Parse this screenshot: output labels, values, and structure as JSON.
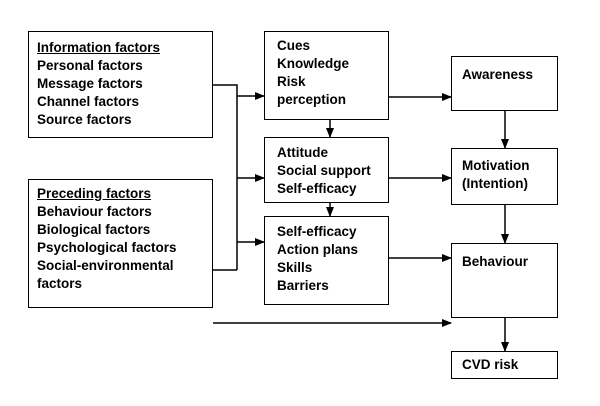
{
  "diagram": {
    "info_box": {
      "heading": "Information factors",
      "lines": [
        "Personal factors",
        "Message factors",
        "Channel factors",
        "Source factors"
      ]
    },
    "preceding_box": {
      "heading": "Preceding factors",
      "lines": [
        "Behaviour factors",
        "Biological factors",
        "Psychological factors",
        "Social-environmental",
        "factors"
      ]
    },
    "cues_box": {
      "lines": [
        "Cues",
        "Knowledge",
        "Risk",
        "perception"
      ]
    },
    "attitude_box": {
      "lines": [
        "Attitude",
        "Social support",
        "Self-efficacy"
      ]
    },
    "selfefficacy_box": {
      "lines": [
        "Self-efficacy",
        "Action plans",
        "Skills",
        "Barriers"
      ]
    },
    "awareness_box": {
      "lines": [
        "Awareness"
      ]
    },
    "motivation_box": {
      "lines": [
        "Motivation",
        "(Intention)"
      ]
    },
    "behaviour_box": {
      "lines": [
        "Behaviour"
      ]
    },
    "cvd_box": {
      "lines": [
        "CVD risk"
      ]
    }
  },
  "colors": {
    "stroke": "#000000",
    "background": "#ffffff"
  }
}
